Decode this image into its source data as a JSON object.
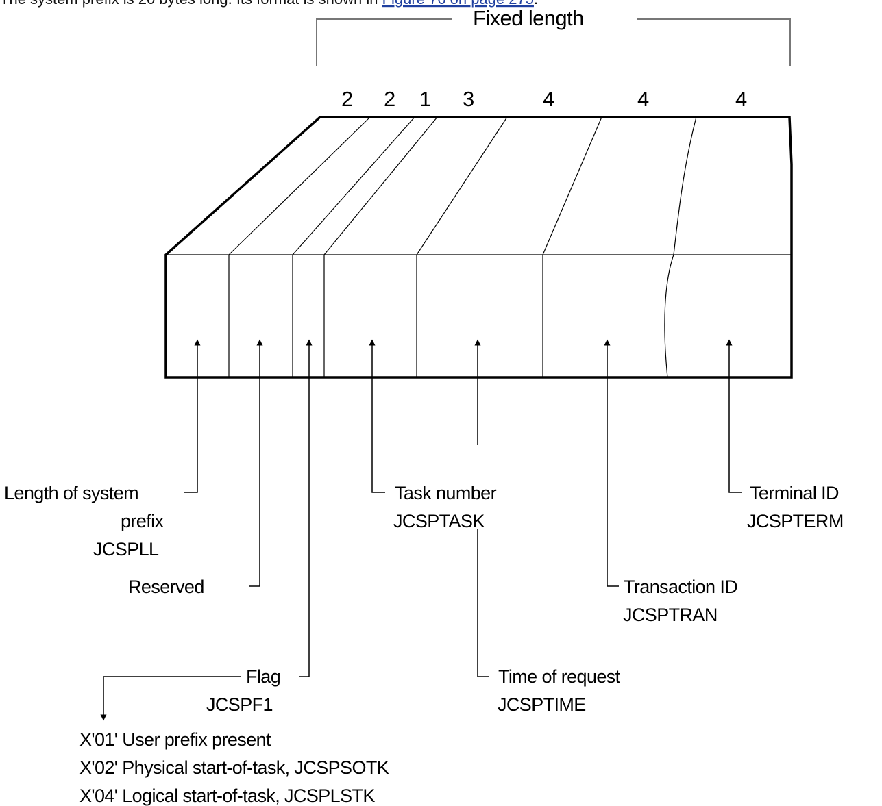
{
  "caption": {
    "text_before": "The system prefix is 20 bytes long. Its format is shown in ",
    "link_text": "Figure 76 on page 275",
    "text_after": "."
  },
  "fixed_length_label": "Fixed length",
  "field_lengths": [
    "2",
    "2",
    "1",
    "3",
    "4",
    "4",
    "4"
  ],
  "fields": {
    "length": {
      "line1": "Length of system",
      "line2": "prefix",
      "line3": "JCSPLL"
    },
    "reserved": {
      "line1": "Reserved"
    },
    "flag": {
      "line1": "Flag",
      "line2": "JCSPF1"
    },
    "task": {
      "line1": "Task number",
      "line2": "JCSPTASK"
    },
    "time": {
      "line1": "Time of request",
      "line2": "JCSPTIME"
    },
    "transaction": {
      "line1": "Transaction ID",
      "line2": "JCSPTRAN"
    },
    "terminal": {
      "line1": "Terminal ID",
      "line2": "JCSPTERM"
    }
  },
  "flag_values": [
    "X'01' User prefix present",
    "X'02' Physical start-of-task, JCSPSOTK",
    "X'04' Logical start-of-task, JCSPLSTK"
  ]
}
